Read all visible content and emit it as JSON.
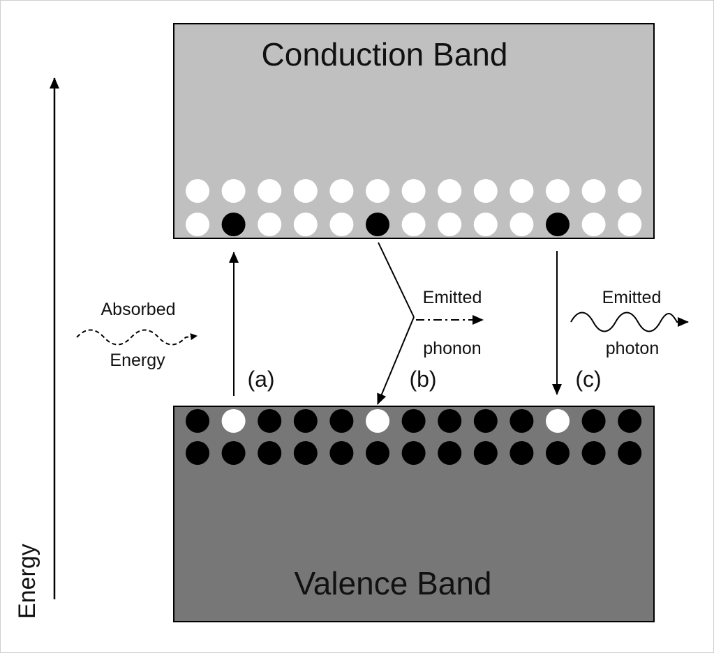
{
  "axis": {
    "label": "Energy"
  },
  "conduction_band": {
    "title": "Conduction Band",
    "fill": "#c0c0c0",
    "columns": 13,
    "rows": [
      [
        0,
        0,
        0,
        0,
        0,
        0,
        0,
        0,
        0,
        0,
        0,
        0,
        0
      ],
      [
        0,
        1,
        0,
        0,
        0,
        1,
        0,
        0,
        0,
        0,
        1,
        0,
        0
      ]
    ]
  },
  "valence_band": {
    "title": "Valence Band",
    "fill": "#777777",
    "columns": 13,
    "rows": [
      [
        1,
        0,
        1,
        1,
        1,
        0,
        1,
        1,
        1,
        1,
        0,
        1,
        1
      ],
      [
        1,
        1,
        1,
        1,
        1,
        1,
        1,
        1,
        1,
        1,
        1,
        1,
        1
      ]
    ]
  },
  "absorbed": {
    "line1": "Absorbed",
    "line2": "Energy"
  },
  "processes": {
    "a": "(a)",
    "b": "(b)",
    "c": "(c)"
  },
  "phonon": {
    "line1": "Emitted",
    "line2": "phonon"
  },
  "photon": {
    "line1": "Emitted",
    "line2": "photon"
  },
  "colors": {
    "electron": "#000000",
    "hole": "#ffffff"
  }
}
